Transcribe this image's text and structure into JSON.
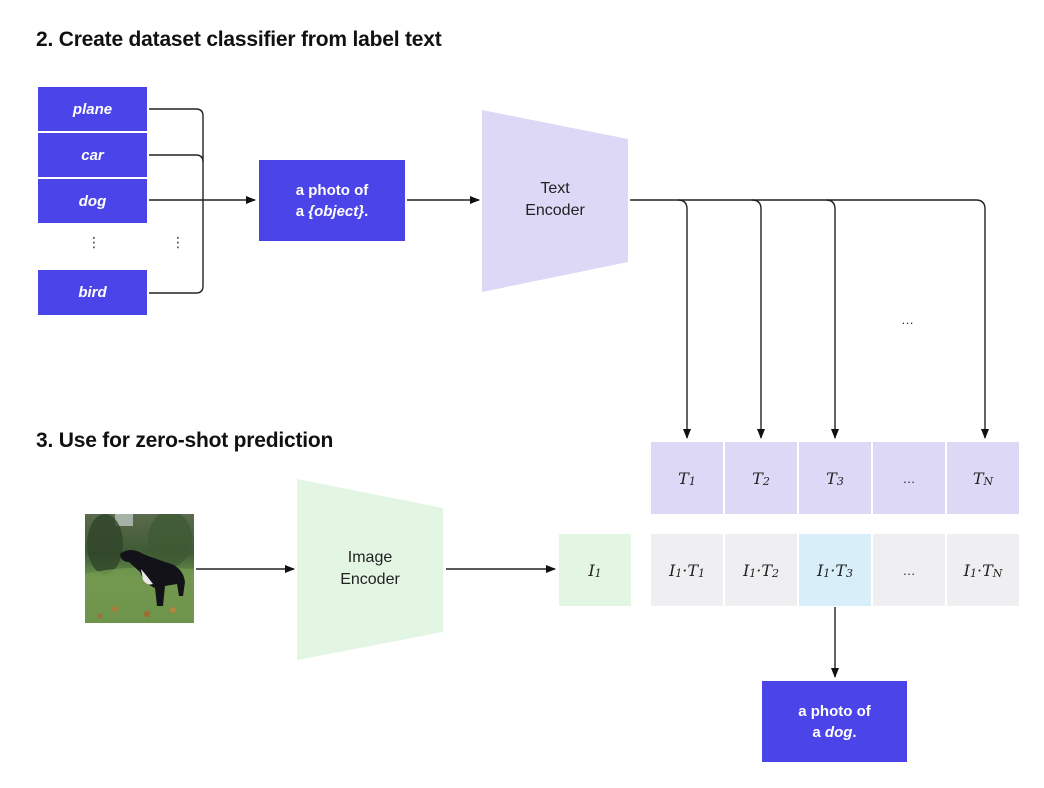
{
  "section2": {
    "title": "2. Create dataset classifier from label text",
    "labels": [
      "plane",
      "car",
      "dog",
      "bird"
    ],
    "label_ellipsis": "⋮",
    "prompt_template": {
      "line1": "a photo of",
      "line2_prefix": "a ",
      "line2_var": "{object}",
      "line2_suffix": "."
    },
    "text_encoder": {
      "line1": "Text",
      "line2": "Encoder"
    },
    "embeddings_ellipsis": "…"
  },
  "section3": {
    "title": "3. Use for zero-shot prediction",
    "input_image": "photo of a black dog standing in grass",
    "image_encoder": {
      "line1": "Image",
      "line2": "Encoder"
    },
    "image_embedding": {
      "base": "I",
      "sub": "1"
    },
    "text_embeddings": [
      {
        "base": "T",
        "sub": "1"
      },
      {
        "base": "T",
        "sub": "2"
      },
      {
        "base": "T",
        "sub": "3"
      },
      {
        "base": "…",
        "sub": ""
      },
      {
        "base": "T",
        "sub": "N"
      }
    ],
    "similarities": [
      {
        "i": "I",
        "isub": "1",
        "t": "T",
        "tsub": "1",
        "highlight": false
      },
      {
        "i": "I",
        "isub": "1",
        "t": "T",
        "tsub": "2",
        "highlight": false
      },
      {
        "i": "I",
        "isub": "1",
        "t": "T",
        "tsub": "3",
        "highlight": true
      },
      {
        "i": "…",
        "isub": "",
        "t": "",
        "tsub": "",
        "highlight": false
      },
      {
        "i": "I",
        "isub": "1",
        "t": "T",
        "tsub": "N",
        "highlight": false
      }
    ],
    "prediction": {
      "line1": "a photo of",
      "line2_prefix": "a ",
      "line2_var": "dog",
      "line2_suffix": "."
    }
  },
  "colors": {
    "prompt_blue": "#4b44e8",
    "text_encoder": "#dcd8f5",
    "image_encoder": "#e3f5e3",
    "similarity_cell": "#efeff1",
    "highlight_cell": "#d8eef9"
  }
}
